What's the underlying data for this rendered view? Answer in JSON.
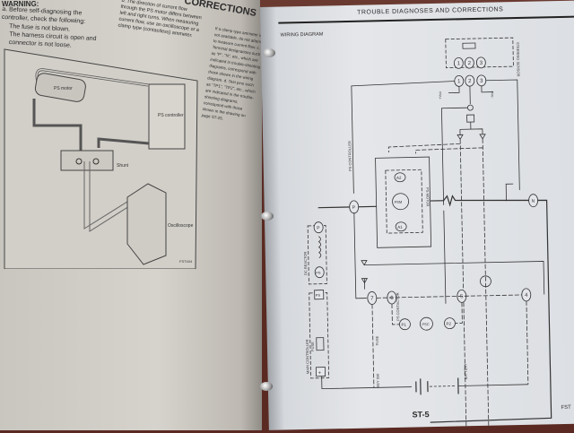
{
  "left_page": {
    "section_heading": "CORRECTIONS",
    "warning": {
      "heading": "WARNING:",
      "item_a": "a. Before self-diagnosing the controller, check the following:",
      "bullets": [
        "The fuse is not blown.",
        "The harness circuit is open and connector is not loose."
      ]
    },
    "item_b": "b. The direction of current flow through the PS motor differs between left and right turns. When measuring current flow, use an oscilloscope or a clamp type (contactless) ammeter.",
    "col3": "If a clamp type ammeter is not available, do not attempt to measure current flow. c. Terminal designations such as \"P\", \"N\", etc., which are indicated in trouble-shooting diagrams, correspond with those shown in the wiring diagram. d. Test pins such as \"TP1\", \"TP2\", etc., which are indicated in the trouble-shooting diagrams, correspond with those shown in the drawing on page ST-25.",
    "figure": {
      "ps_motor": "PS motor",
      "ps_controller": "PS controller",
      "shunt": "Shunt",
      "oscilloscope": "Oscilloscope",
      "fig_code": "FST404"
    }
  },
  "right_page": {
    "header": "TROUBLE DIAGNOSES AND CORRECTIONS",
    "subheading": "WIRING DIAGRAM",
    "diagram": {
      "steering_sensor": "STEERING SENSOR",
      "pins": [
        "1",
        "2",
        "3"
      ],
      "vcc_plus": "+Vcc",
      "vcc_minus": "-Vcc",
      "ps_controller": "PS CONTROLLER",
      "terminal_p": "P",
      "terminal_n": "N",
      "a1": "A1",
      "a2": "A2",
      "psm": "PSM",
      "ps_motor": "PS MOTOR",
      "dc_reactor": "DC REACTOR",
      "reactor_p": "P",
      "reactor_ps": "PS",
      "main_controller": "MAIN CONTROLLER",
      "mc_ps": "PS",
      "fuse": "FUSE",
      "plus": "+",
      "t7": "7",
      "t6": "6",
      "t5": "5",
      "t4": "4",
      "key_sw": "KEY SW",
      "key_fuse": "FUSE",
      "ps_contactor": "PS CONTACTOR",
      "p1": "P1",
      "p2": "P2",
      "psc": "PSC",
      "battery": "BATTERY"
    },
    "fig_code": "FST",
    "page_number": "ST-5"
  }
}
